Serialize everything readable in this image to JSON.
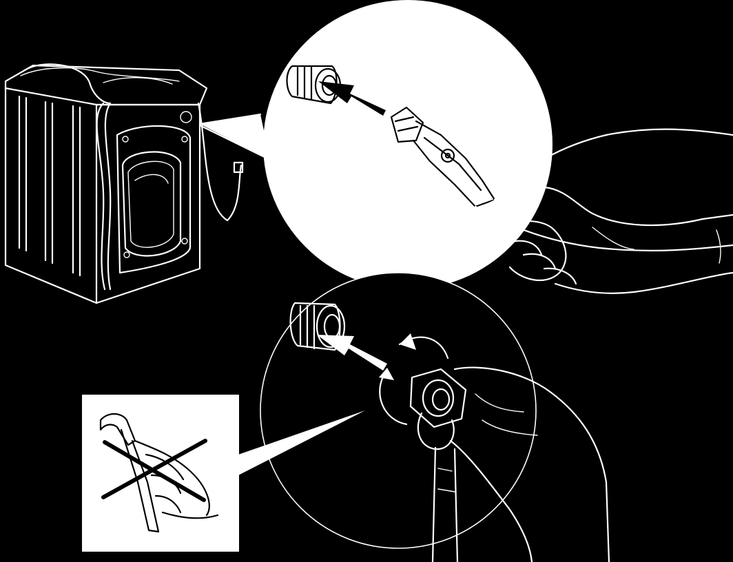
{
  "figure": {
    "background": "#000000",
    "line_color": "#ffffff",
    "callout_fill": "#ffffff"
  },
  "panels": [
    {
      "name": "washing-machine-rear-view",
      "icon": "washing-machine-icon"
    },
    {
      "name": "attach-with-pliers-callout",
      "icon": "pliers-icon"
    },
    {
      "name": "hand-tighten-callout",
      "icon": "hand-icon"
    },
    {
      "name": "no-pliers-warning-inset",
      "icon": "crossed-pliers-icon"
    }
  ]
}
